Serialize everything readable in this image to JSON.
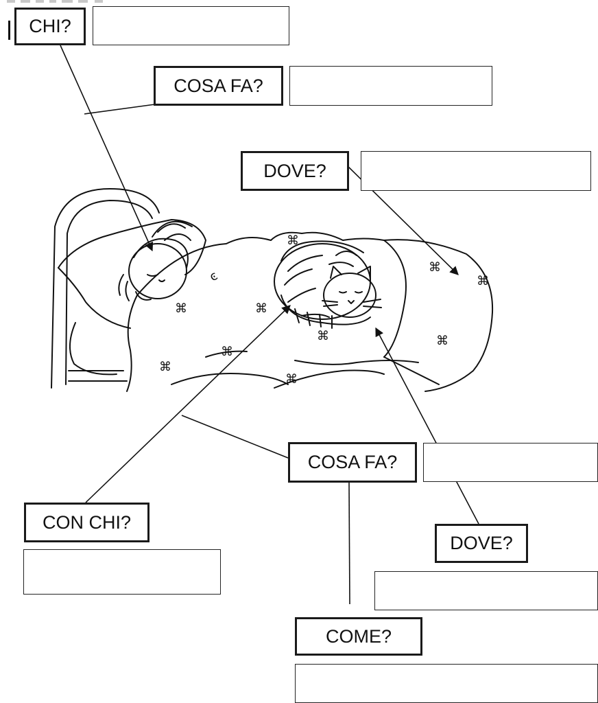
{
  "labels": {
    "chi": "CHI?",
    "cosa_fa_top": "COSA FA?",
    "dove_top": "DOVE?",
    "cosa_fa_bottom": "COSA FA?",
    "con_chi": "CON CHI?",
    "dove_bottom": "DOVE?",
    "come": "COME?"
  },
  "illustration": {
    "subject": "girl sleeping in bed with a cat curled on the blanket",
    "icon": "sleeping-girl-and-cat-illustration"
  }
}
